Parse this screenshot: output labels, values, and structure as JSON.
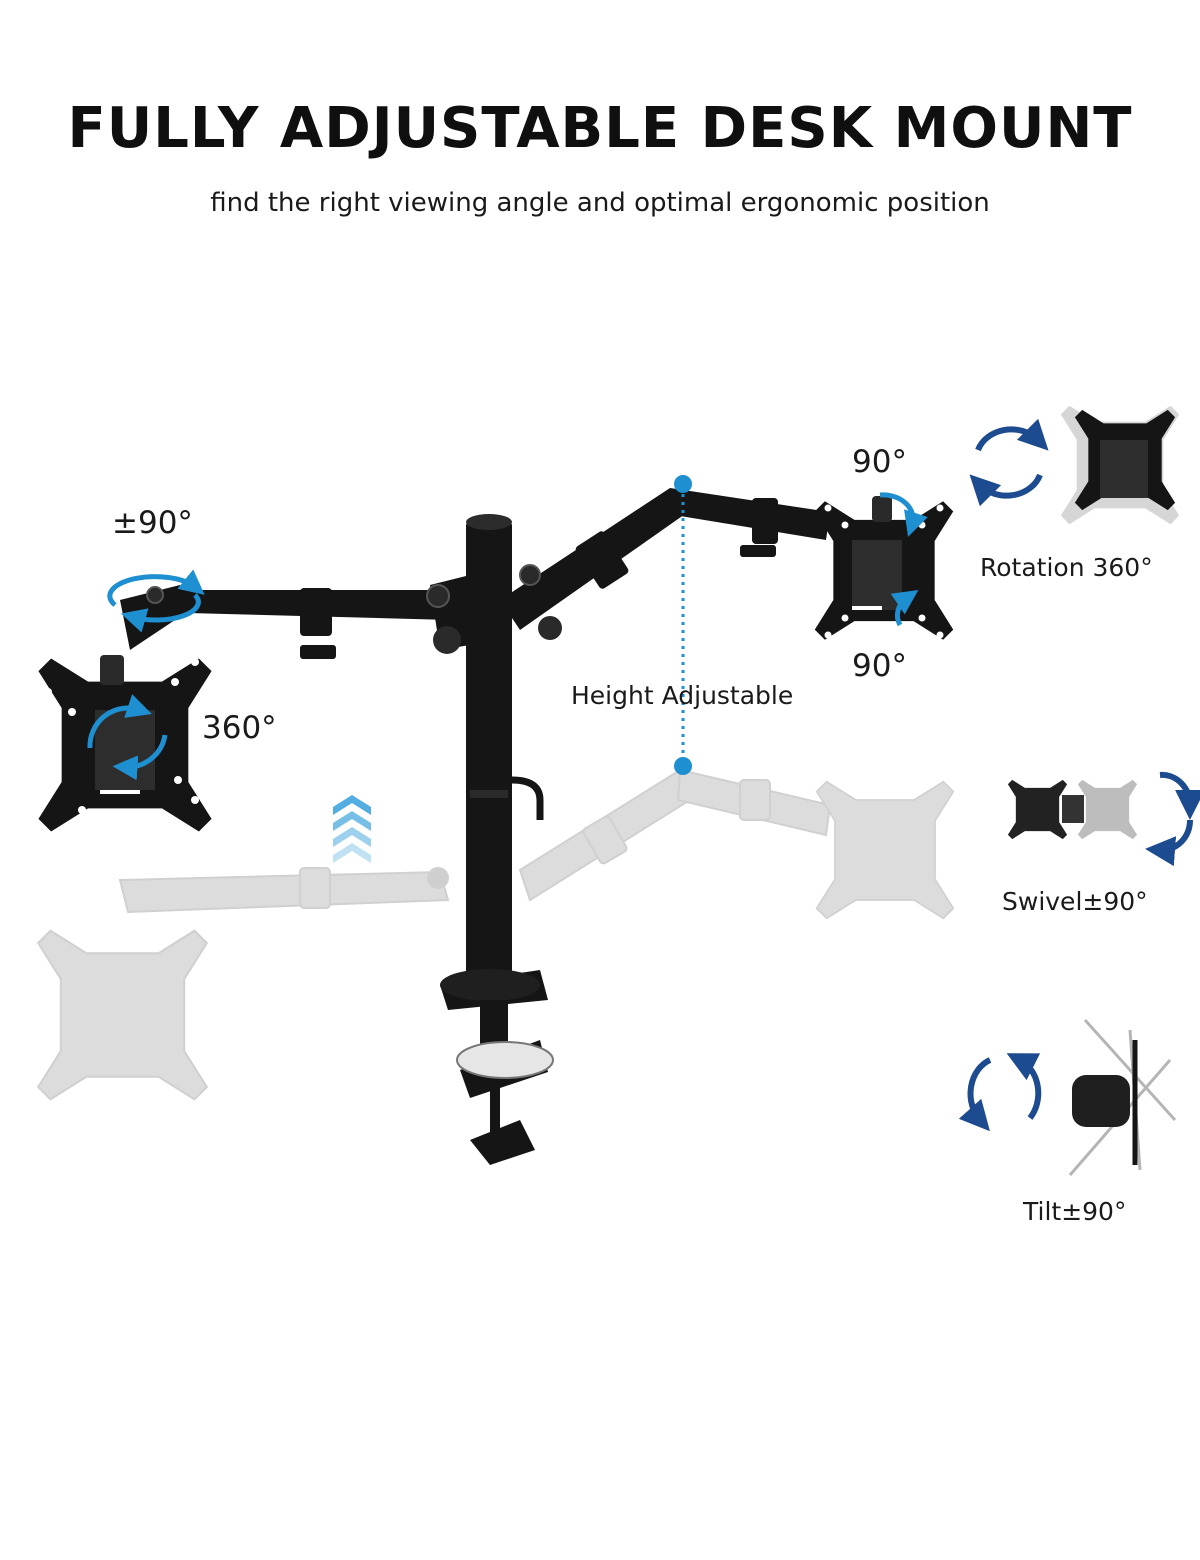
{
  "header": {
    "title": "FULLY ADJUSTABLE DESK MOUNT",
    "subtitle": "find the right viewing angle and optimal ergonomic position"
  },
  "mount_labels": {
    "left_top": "±90°",
    "left_rotation": "360°",
    "right_top": "90°",
    "right_bottom": "90°",
    "height": "Height Adjustable"
  },
  "features": {
    "rotation": "Rotation 360°",
    "swivel": "Swivel±90°",
    "tilt": "Tilt±90°"
  },
  "colors": {
    "accent": "#1e8fd0",
    "dark_arrow": "#1d4b8f",
    "metal": "#151515",
    "ghost": "#d9d9d9"
  }
}
